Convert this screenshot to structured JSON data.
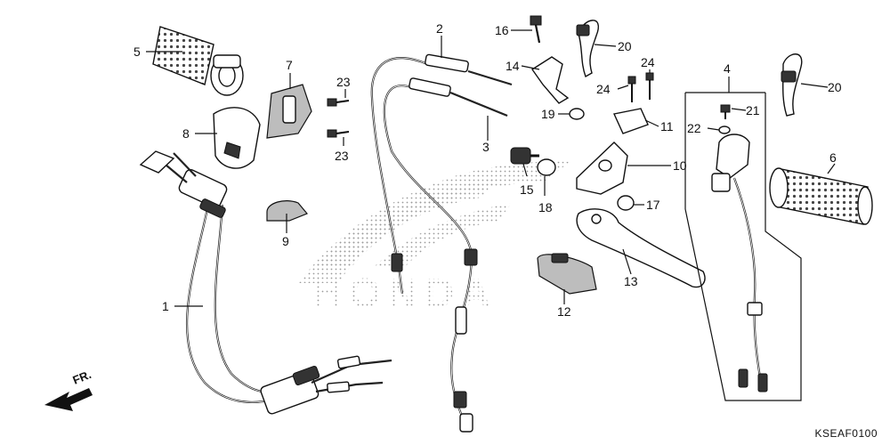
{
  "diagram": {
    "brand_watermark": "HONDA",
    "direction_label": "FR.",
    "footer_code": "KSEAF0100",
    "callouts": [
      {
        "id": "c1",
        "text": "1"
      },
      {
        "id": "c2",
        "text": "2"
      },
      {
        "id": "c3",
        "text": "3"
      },
      {
        "id": "c4",
        "text": "4"
      },
      {
        "id": "c5",
        "text": "5"
      },
      {
        "id": "c6",
        "text": "6"
      },
      {
        "id": "c7",
        "text": "7"
      },
      {
        "id": "c8",
        "text": "8"
      },
      {
        "id": "c9",
        "text": "9"
      },
      {
        "id": "c10",
        "text": "10"
      },
      {
        "id": "c11",
        "text": "11"
      },
      {
        "id": "c12",
        "text": "12"
      },
      {
        "id": "c13",
        "text": "13"
      },
      {
        "id": "c14",
        "text": "14"
      },
      {
        "id": "c15",
        "text": "15"
      },
      {
        "id": "c16",
        "text": "16"
      },
      {
        "id": "c17",
        "text": "17"
      },
      {
        "id": "c18",
        "text": "18"
      },
      {
        "id": "c19",
        "text": "19"
      },
      {
        "id": "c20a",
        "text": "20"
      },
      {
        "id": "c20b",
        "text": "20"
      },
      {
        "id": "c21",
        "text": "21"
      },
      {
        "id": "c22",
        "text": "22"
      },
      {
        "id": "c23a",
        "text": "23"
      },
      {
        "id": "c23b",
        "text": "23"
      },
      {
        "id": "c24a",
        "text": "24"
      },
      {
        "id": "c24b",
        "text": "24"
      }
    ]
  }
}
